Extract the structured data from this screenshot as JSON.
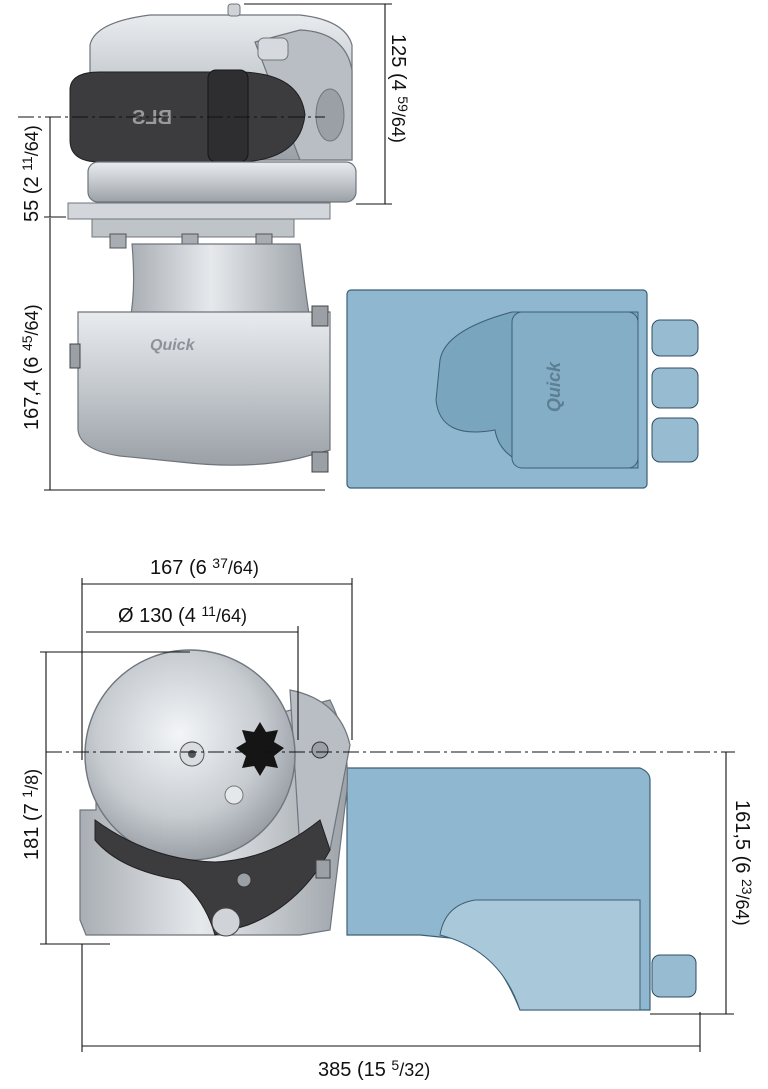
{
  "top_view": {
    "dims": {
      "height_total": {
        "main": "125",
        "fraction": "(4 ",
        "sup": "59",
        "sub": "/64)"
      },
      "axis_height": {
        "main": "55",
        "fraction": "(2 ",
        "sup": "11",
        "sub": "/64)"
      },
      "base_to_bottom": {
        "main": "167,4",
        "fraction": "(6 ",
        "sup": "45",
        "sub": "/64)"
      }
    },
    "gypsy_label": "BLS"
  },
  "bottom_view": {
    "dims": {
      "width_head": {
        "main": "167",
        "fraction": "(6 ",
        "sup": "37",
        "sub": "/64)"
      },
      "diameter": {
        "main": "Ø 130",
        "fraction": "(4 ",
        "sup": "11",
        "sub": "/64)"
      },
      "depth": {
        "main": "181",
        "fraction": "(7 ",
        "sup": "1",
        "sub": "/8)"
      },
      "motor_offset": {
        "main": "161,5",
        "fraction": "(6 ",
        "sup": "23",
        "sub": "/64)"
      },
      "total_length": {
        "main": "385",
        "fraction": "(15 ",
        "sup": "5",
        "sub": "/32)"
      }
    }
  },
  "brand": {
    "logo_text": "Quick"
  },
  "colors": {
    "motor_blue": "#8fb7cf",
    "metal": "#c9ced3",
    "dark_band": "#3c3c3e"
  }
}
